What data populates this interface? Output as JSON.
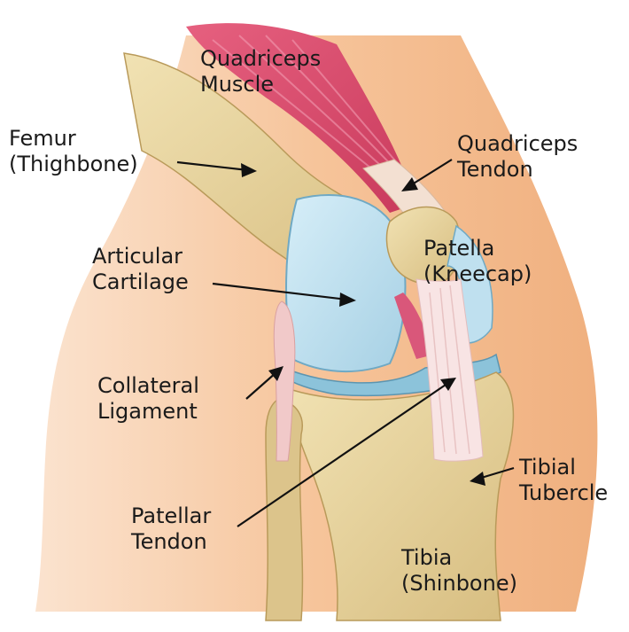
{
  "labels": {
    "quadriceps_muscle": [
      "Quadriceps",
      "Muscle"
    ],
    "femur": [
      "Femur",
      "(Thighbone)"
    ],
    "quadriceps_tendon": [
      "Quadriceps",
      "Tendon"
    ],
    "articular_cartilage": [
      "Articular",
      "Cartilage"
    ],
    "patella": [
      "Patella",
      "(Kneecap)"
    ],
    "collateral_ligament": [
      "Collateral",
      "Ligament"
    ],
    "tibial_tubercle": [
      "Tibial",
      "Tubercle"
    ],
    "patellar_tendon": [
      "Patellar",
      "Tendon"
    ],
    "tibia": [
      "Tibia",
      "(Shinbone)"
    ]
  },
  "colors": {
    "skin": "#f6c9a3",
    "skin_dark": "#eda878",
    "bone": "#e8d39b",
    "bone_shade": "#c9ae6e",
    "cartilage": "#bfe0ef",
    "cartilage_edge": "#6fa9c4",
    "muscle": "#d9486a",
    "tendon": "#f7e2e2",
    "arrow": "#111111"
  }
}
